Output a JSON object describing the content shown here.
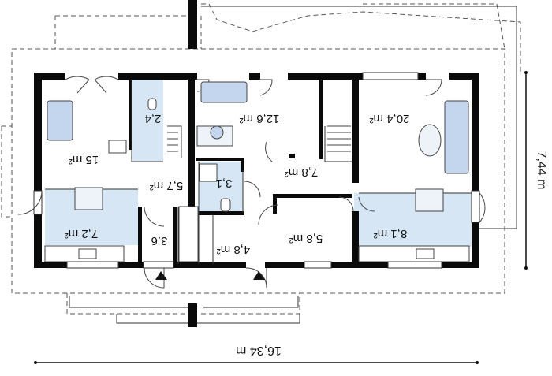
{
  "rooms": [
    {
      "label": "15 m²"
    },
    {
      "label": "2,4"
    },
    {
      "label": "12,6 m²"
    },
    {
      "label": "20,4 m²"
    },
    {
      "label": "5,7 m²"
    },
    {
      "label": "3,1"
    },
    {
      "label": "7,8 m²"
    },
    {
      "label": "7,2 m²"
    },
    {
      "label": "3,6"
    },
    {
      "label": "4,8 m²"
    },
    {
      "label": "5,8 m²"
    },
    {
      "label": "8,1 m²"
    }
  ],
  "dimensions": {
    "width": "16,34 m",
    "depth": "7,44 m"
  },
  "colors": {
    "wall": "#0a0a0a",
    "room_fill": "#d6e6f5",
    "furniture": "#c4d6ee",
    "outline": "#444444"
  }
}
